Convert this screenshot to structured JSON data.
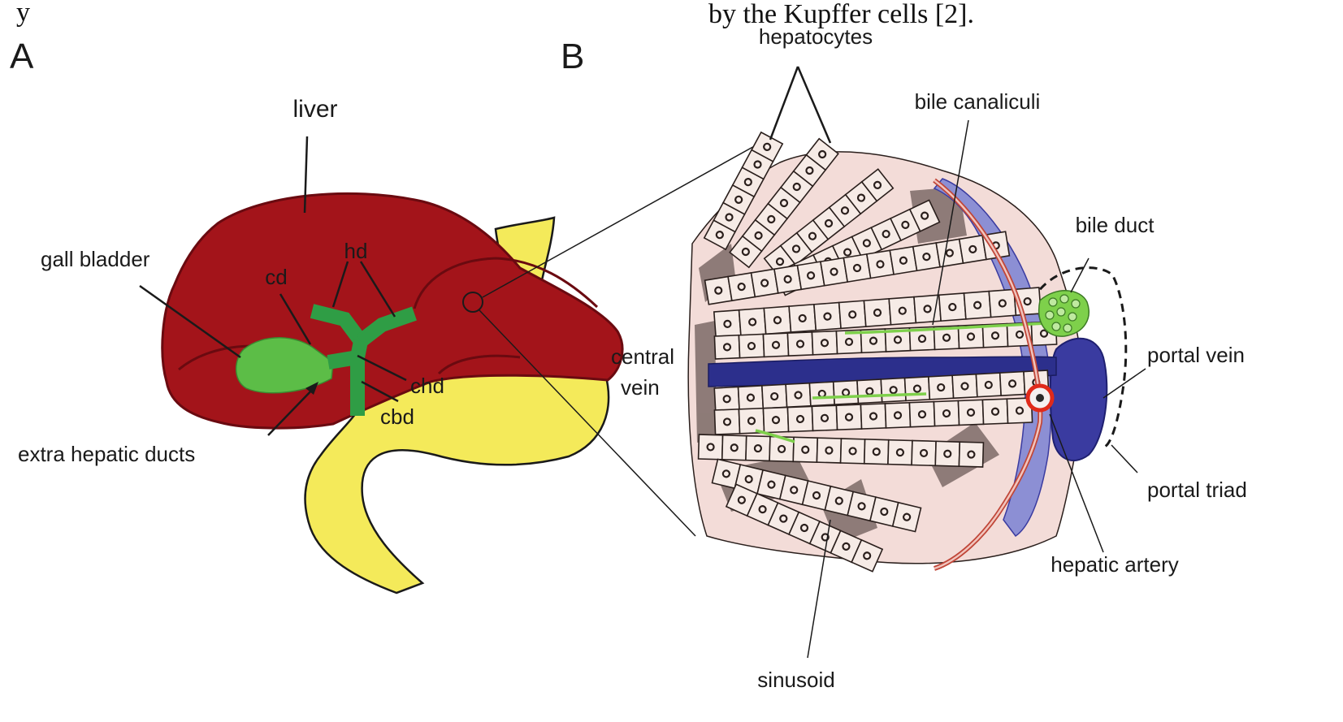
{
  "header_text": {
    "left": "y",
    "right": "by the Kupffer cells [2]."
  },
  "panels": {
    "a": {
      "letter": "A",
      "labels": {
        "liver": "liver",
        "gall_bladder": "gall bladder",
        "cd": "cd",
        "hd": "hd",
        "chd": "chd",
        "cbd": "cbd",
        "extra_hepatic_ducts": "extra hepatic ducts"
      },
      "colors": {
        "liver": "#a3141a",
        "liver_outline": "#6a0a10",
        "ducts": "#2f9d45",
        "gall_bladder": "#5cbd47",
        "intestine": "#f4ea5a"
      }
    },
    "b": {
      "letter": "B",
      "labels": {
        "hepatocytes": "hepatocytes",
        "bile_canaliculi": "bile canaliculi",
        "bile_duct": "bile duct",
        "central_vein_1": "central",
        "central_vein_2": "vein",
        "portal_vein": "portal vein",
        "portal_triad": "portal triad",
        "hepatic_artery": "hepatic artery",
        "sinusoid": "sinusoid"
      },
      "colors": {
        "hepatocyte": "#f6ebe6",
        "central_vein": "#2c2f8c",
        "portal_vein": "#3a3ba0",
        "hepatic_artery": "#d03a2a",
        "bile": "#7ed04b"
      }
    }
  }
}
